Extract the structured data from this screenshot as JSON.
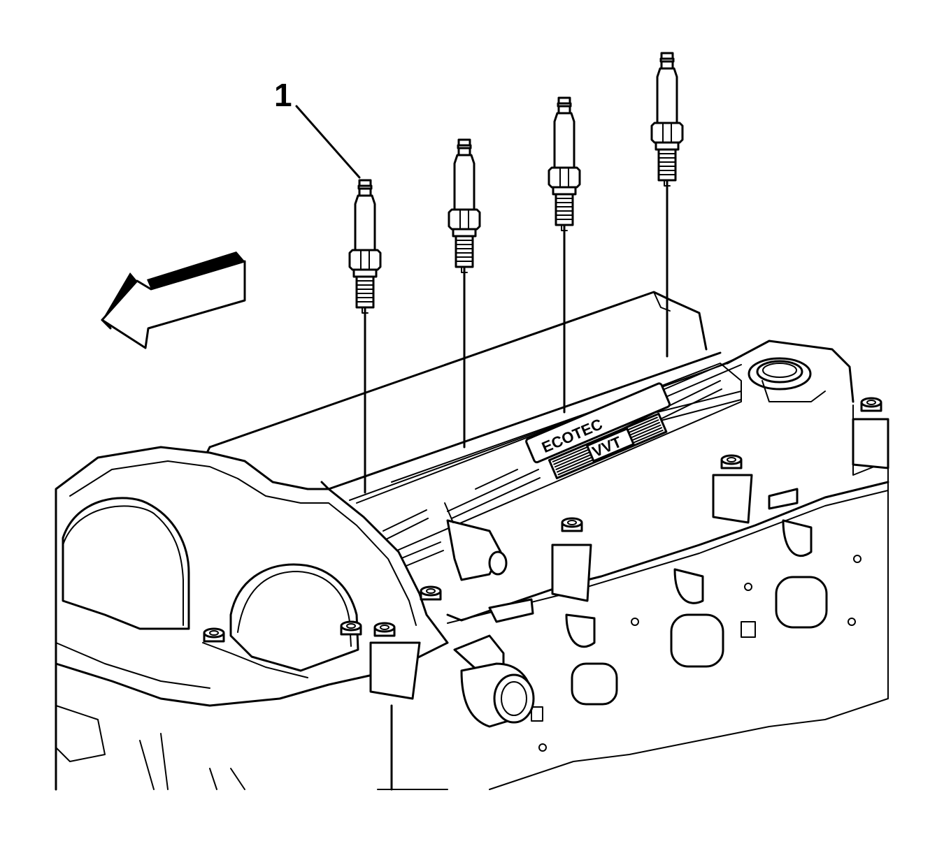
{
  "callouts": [
    {
      "label": "1"
    }
  ],
  "cover_logo": {
    "line1": "ECOTEC",
    "line2": "VVT"
  },
  "icons": {
    "arrow": "front-direction-arrow-icon",
    "spark_plug": "spark-plug-icon",
    "bolt": "bolt-icon"
  },
  "colors": {
    "ink": "#000000",
    "paper": "#ffffff"
  }
}
